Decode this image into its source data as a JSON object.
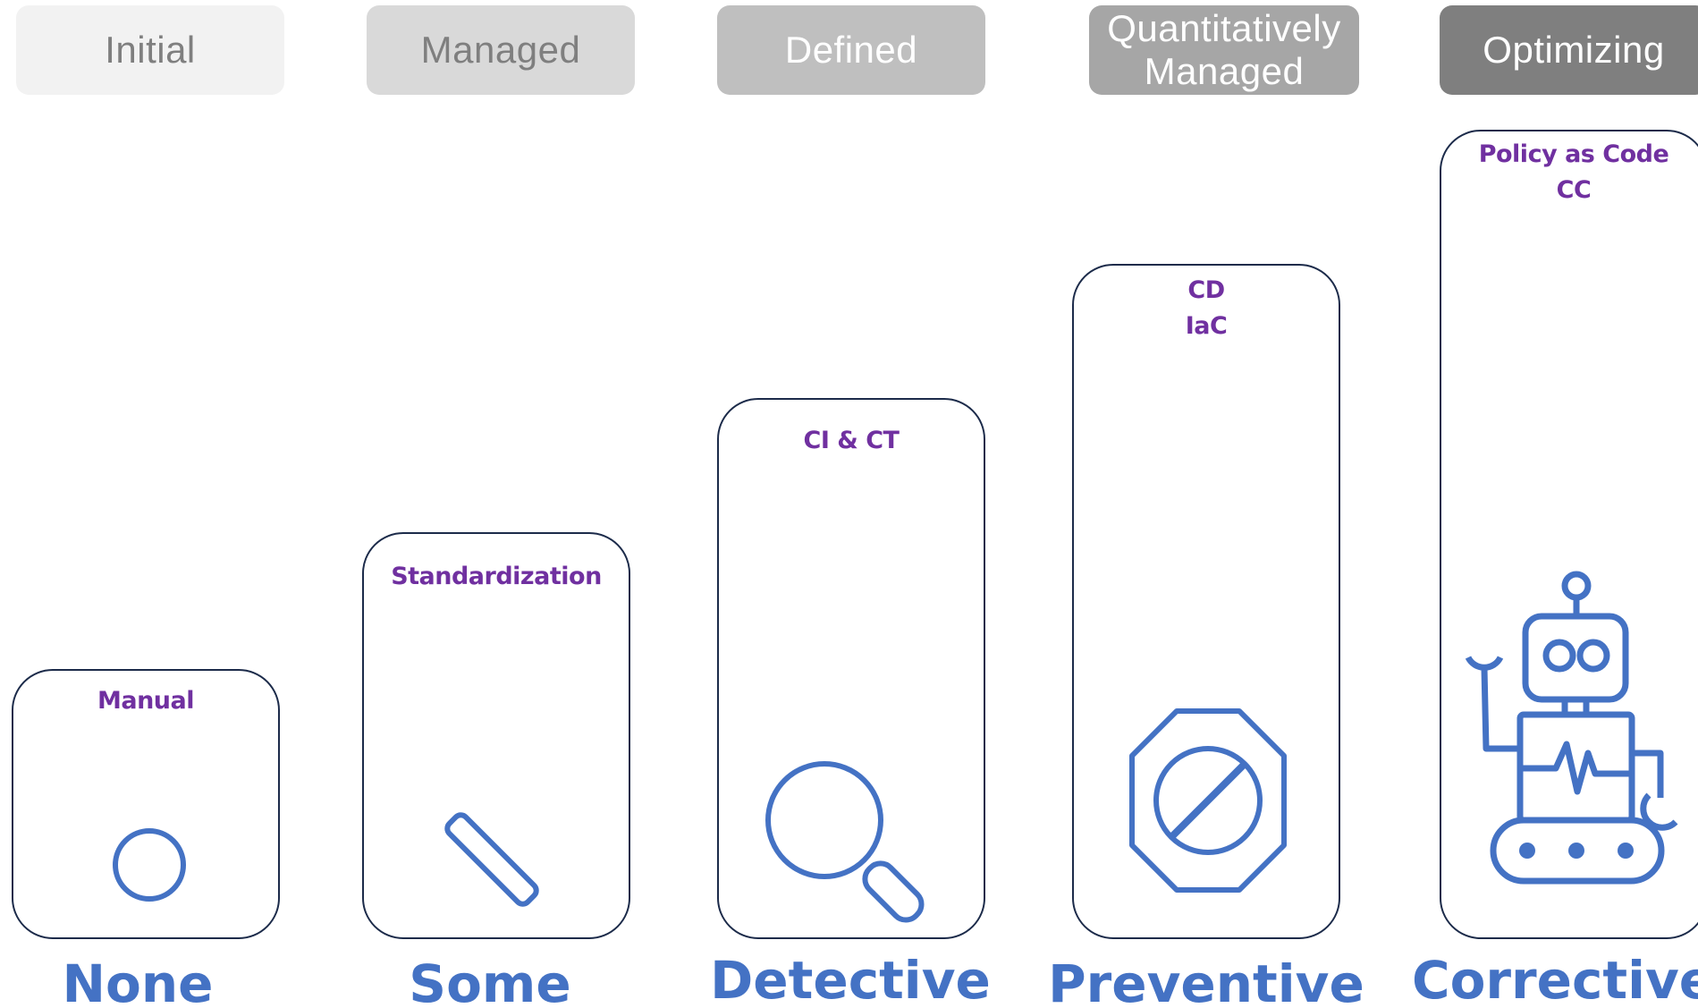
{
  "stages": [
    {
      "label": "Initial",
      "bg": "#f2f2f2",
      "fg": "#7f7f7f"
    },
    {
      "label": "Managed",
      "bg": "#d9d9d9",
      "fg": "#7f7f7f"
    },
    {
      "label": "Defined",
      "bg": "#bfbfbf",
      "fg": "#ffffff"
    },
    {
      "label": "Quantitatively\nManaged",
      "bg": "#a6a6a6",
      "fg": "#ffffff"
    },
    {
      "label": "Optimizing",
      "bg": "#7f7f7f",
      "fg": "#ffffff"
    }
  ],
  "columns": [
    {
      "lines": [
        "Manual"
      ],
      "icon": "circle-icon"
    },
    {
      "lines": [
        "Standardization"
      ],
      "icon": "slash-bar-icon"
    },
    {
      "lines": [
        "CI & CT"
      ],
      "icon": "magnifier-icon"
    },
    {
      "lines": [
        "CD",
        "IaC"
      ],
      "icon": "stop-sign-icon"
    },
    {
      "lines": [
        "Policy as Code",
        "CC"
      ],
      "icon": "robot-icon"
    }
  ],
  "controls": [
    "None",
    "Some",
    "Detective",
    "Preventive",
    "Corrective"
  ],
  "colors": {
    "icon": "#4472c4",
    "column_text": "#7030a0",
    "border": "#1c2b4a",
    "control_text": "#4472c4"
  }
}
